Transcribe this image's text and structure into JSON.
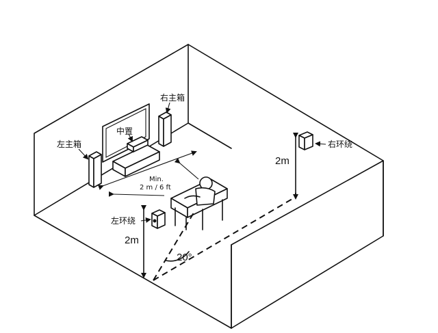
{
  "labels": {
    "center": "中置",
    "front_right": "右主箱",
    "front_left": "左主箱",
    "surround_right": "右环绕",
    "surround_left": "左环绕",
    "distance_line1": "Min.",
    "distance_line2": "2 m / 6 ft",
    "height_right": "2m",
    "height_left": "2m",
    "angle": "20°"
  },
  "colors": {
    "ink": "#111111",
    "background": "#ffffff"
  }
}
